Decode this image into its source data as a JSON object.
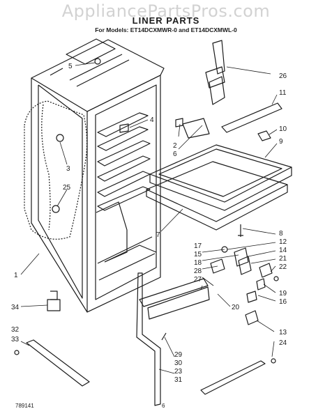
{
  "watermark": "AppliancePartsPros.com",
  "title": "LINER PARTS",
  "subtitle": "For Models: ET14DCXMWR-0 and ET14DCXMWL-0",
  "footer": {
    "code": "789141",
    "page": "6"
  },
  "callouts": [
    "1",
    "2",
    "3",
    "4",
    "5",
    "6",
    "7",
    "8",
    "9",
    "10",
    "11",
    "12",
    "13",
    "14",
    "15",
    "16",
    "17",
    "18",
    "19",
    "20",
    "21",
    "22",
    "23",
    "24",
    "25",
    "26",
    "27",
    "28",
    "29",
    "30",
    "31",
    "32",
    "33",
    "34"
  ]
}
